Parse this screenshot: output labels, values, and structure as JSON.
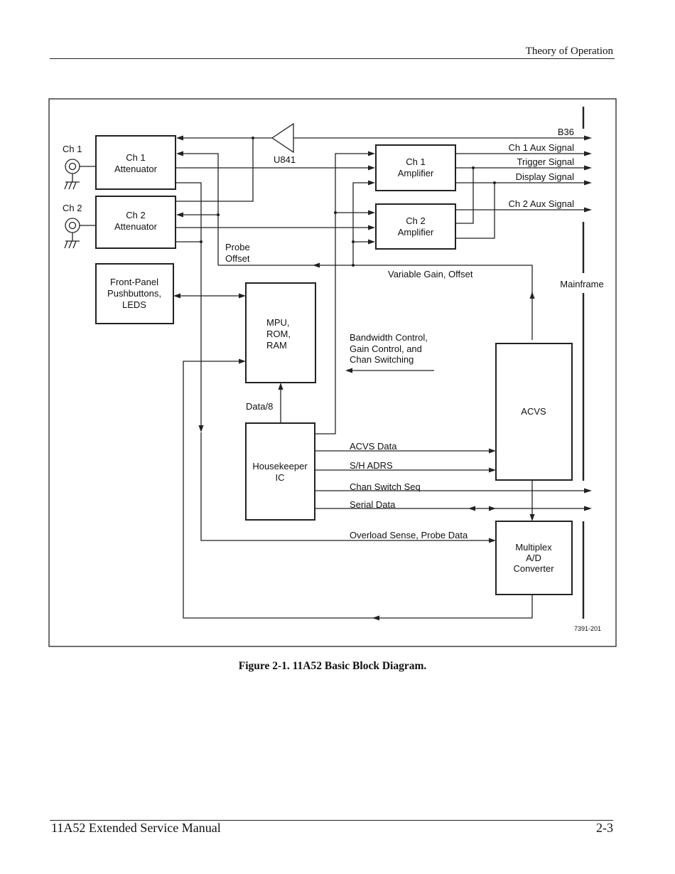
{
  "header": {
    "section_title": "Theory of Operation"
  },
  "diagram": {
    "inputs": {
      "ch1": "Ch 1",
      "ch2": "Ch 2"
    },
    "blocks": {
      "ch1_attenuator": [
        "Ch 1",
        "Attenuator"
      ],
      "ch2_attenuator": [
        "Ch 2",
        "Attenuator"
      ],
      "front_panel": [
        "Front-Panel",
        "Pushbuttons,",
        "LEDS"
      ],
      "mpu": [
        "MPU,",
        "ROM,",
        "RAM"
      ],
      "housekeeper": [
        "Housekeeper",
        "IC"
      ],
      "ch1_amplifier": [
        "Ch 1",
        "Amplifier"
      ],
      "ch2_amplifier": [
        "Ch 2",
        "Amplifier"
      ],
      "acvs": [
        "ACVS"
      ],
      "multiplex": [
        "Multiplex",
        "A/D",
        "Converter"
      ]
    },
    "buffer_label": "U841",
    "signals": {
      "b36": "B36",
      "ch1_aux": "Ch 1 Aux Signal",
      "trigger": "Trigger Signal",
      "display": "Display Signal",
      "ch2_aux": "Ch 2 Aux Signal",
      "probe_offset": [
        "Probe",
        "Offset"
      ],
      "variable_gain": "Variable Gain, Offset",
      "bandwidth_control": [
        "Bandwidth Control,",
        "Gain Control, and",
        "Chan Switching"
      ],
      "data_bus": "Data/8",
      "acvs_data": "ACVS Data",
      "sh_adrs": "S/H ADRS",
      "chan_switch_seq": "Chan Switch Seq",
      "serial_data": "Serial Data",
      "overload_sense": "Overload Sense, Probe Data"
    },
    "mainframe_label": "Mainframe",
    "figure_number": "7391-201"
  },
  "caption": "Figure 2-1. 11A52 Basic Block Diagram.",
  "footer": {
    "manual_title": "11A52 Extended Service Manual",
    "page_number": "2-3"
  }
}
